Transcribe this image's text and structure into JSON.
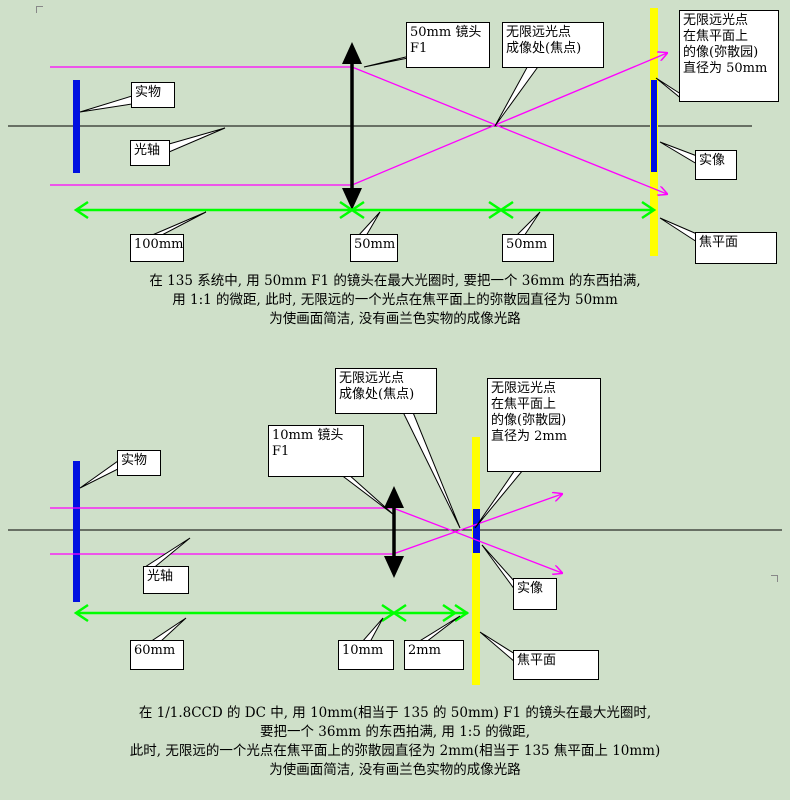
{
  "colors": {
    "background": "#cfe0c9",
    "object": "#0010e0",
    "ray": "#ff00ff",
    "dimension": "#00ff00",
    "focal_plane": "#ffff00",
    "lens": "#000000"
  },
  "diagram1": {
    "lens_label_lines": [
      "50mm 镜头",
      "F1"
    ],
    "focus_label_lines": [
      "无限远光点",
      "成像处(焦点)"
    ],
    "blur_label_lines": [
      "无限远光点",
      "在焦平面上",
      "的像(弥散园)",
      "直径为 50mm"
    ],
    "object_label": "实物",
    "axis_label": "光轴",
    "image_label": "实像",
    "focal_plane_label": "焦平面",
    "dims": [
      "100mm",
      "50mm",
      "50mm"
    ],
    "caption": [
      "在 135 系统中, 用 50mm F1 的镜头在最大光圈时, 要把一个 36mm 的东西拍满,",
      "用 1:1 的微距, 此时, 无限远的一个光点在焦平面上的弥散园直径为 50mm",
      "为使画面简洁, 没有画兰色实物的成像光路"
    ]
  },
  "diagram2": {
    "lens_label_lines": [
      "10mm 镜头",
      "F1"
    ],
    "focus_label_lines": [
      "无限远光点",
      "成像处(焦点)"
    ],
    "blur_label_lines": [
      "无限远光点",
      "在焦平面上",
      "的像(弥散园)",
      "直径为 2mm"
    ],
    "object_label": "实物",
    "axis_label": "光轴",
    "image_label": "实像",
    "focal_plane_label": "焦平面",
    "dims": [
      "60mm",
      "10mm",
      "2mm"
    ],
    "caption": [
      "在 1/1.8CCD 的 DC 中, 用 10mm(相当于 135 的 50mm) F1 的镜头在最大光圈时,",
      "要把一个 36mm 的东西拍满, 用 1:5 的微距,",
      "此时, 无限远的一个光点在焦平面上的弥散园直径为 2mm(相当于 135 焦平面上 10mm)",
      "为使画面简洁, 没有画兰色实物的成像光路"
    ]
  }
}
